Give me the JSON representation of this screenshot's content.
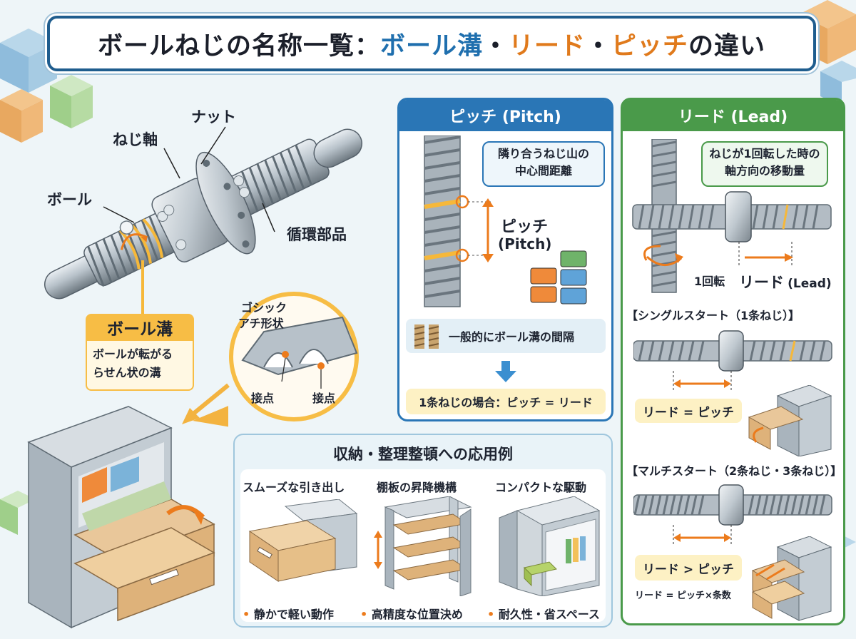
{
  "title": {
    "part1": "ボールねじの名称一覧：",
    "part2": "ボール溝",
    "sep1": "・",
    "part3": "リード",
    "sep2": "・",
    "part4": "ピッチ",
    "part5": "の違い"
  },
  "parts": {
    "nut": "ナット",
    "shaft": "ねじ軸",
    "ball": "ボール",
    "circulation": "循環部品",
    "groove_title": "ボール溝",
    "groove_desc_1": "ボールが転がる",
    "groove_desc_2": "らせん状の溝",
    "gothic_1": "ゴシック",
    "gothic_2": "アチ形状",
    "contact_left": "接点",
    "contact_right": "接点"
  },
  "pitch": {
    "header": "ピッチ (Pitch)",
    "callout_1": "隣り合うねじ山の",
    "callout_2": "中心間距離",
    "label_1": "ピッチ",
    "label_2": "(Pitch)",
    "general": "一般的にボール溝の間隔",
    "single_case": "1条ねじの場合：ピッチ = リード"
  },
  "lead": {
    "header": "リード (Lead)",
    "callout_1": "ねじが1回転した時の",
    "callout_2": "軸方向の移動量",
    "rotation": "1回転",
    "lead_label": "リード",
    "lead_en": "(Lead)",
    "single_title": "【シングルスタート（1条ねじ）】",
    "single_eq": "リード = ピッチ",
    "multi_title": "【マルチスタート（2条ねじ・3条ねじ）】",
    "multi_eq": "リード > ピッチ",
    "multi_formula": "リード = ピッチ×条数"
  },
  "applications": {
    "title": "収納・整理整頓への応用例",
    "items": [
      {
        "heading": "スムーズな引き出し",
        "caption": "静かで軽い動作"
      },
      {
        "heading": "棚板の昇降機構",
        "caption": "高精度な位置決め"
      },
      {
        "heading": "コンパクトな駆動",
        "caption": "耐久性・省スペース"
      }
    ]
  },
  "colors": {
    "title_border": "#1f5d8e",
    "pitch_blue": "#2a76b6",
    "lead_green": "#4a9a4a",
    "accent_orange": "#ec7b1c",
    "note_yellow": "#fdf1c4",
    "groove_yellow": "#f6b83a"
  }
}
